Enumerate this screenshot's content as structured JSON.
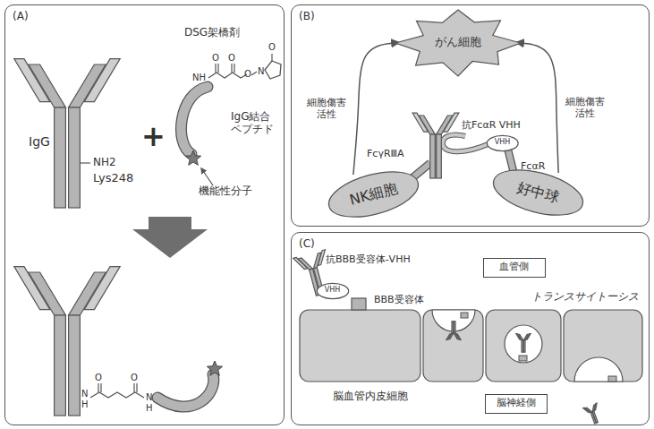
{
  "diagram": {
    "nodes": [
      {
        "text": [
          "(A)"
        ]
      },
      {
        "text": [
          "(B)"
        ]
      },
      {
        "text": [
          "がん細胞"
        ],
        "in": 1
      },
      {
        "text": [
          "VHH"
        ],
        "in": 1
      },
      {
        "text": [
          "NK細胞"
        ],
        "in": 1
      },
      {
        "text": [
          "好中球"
        ],
        "in": 1
      },
      {
        "text": [
          "(C)"
        ]
      },
      {
        "text": [
          "血管側"
        ],
        "in": 6
      },
      {
        "text": [
          "VHH"
        ],
        "in": 6
      },
      {
        "text": [
          "脳神経側"
        ],
        "in": 6
      }
    ],
    "edges": [
      {
        "from": 4,
        "to": 2,
        "arrow": "to",
        "label": "細胞傷害活性"
      },
      {
        "from": 5,
        "to": 2,
        "arrow": "to",
        "label": "細胞傷害活性"
      }
    ],
    "labels": [
      "IgG",
      "NH2",
      "Lys248",
      "+",
      "DSG架橋剤",
      "NH",
      "O",
      "O",
      "O",
      "N",
      "O",
      "IgG結合ペプチド",
      "機能性分子",
      "O",
      "N",
      "H",
      "O",
      "N",
      "H",
      "FcγRⅢA",
      "抗FcαR VHH",
      "FcαR",
      "抗BBB受容体-VHH",
      "BBB受容体",
      "トランスサイトーシス",
      "脳血管内皮細胞"
    ]
  }
}
